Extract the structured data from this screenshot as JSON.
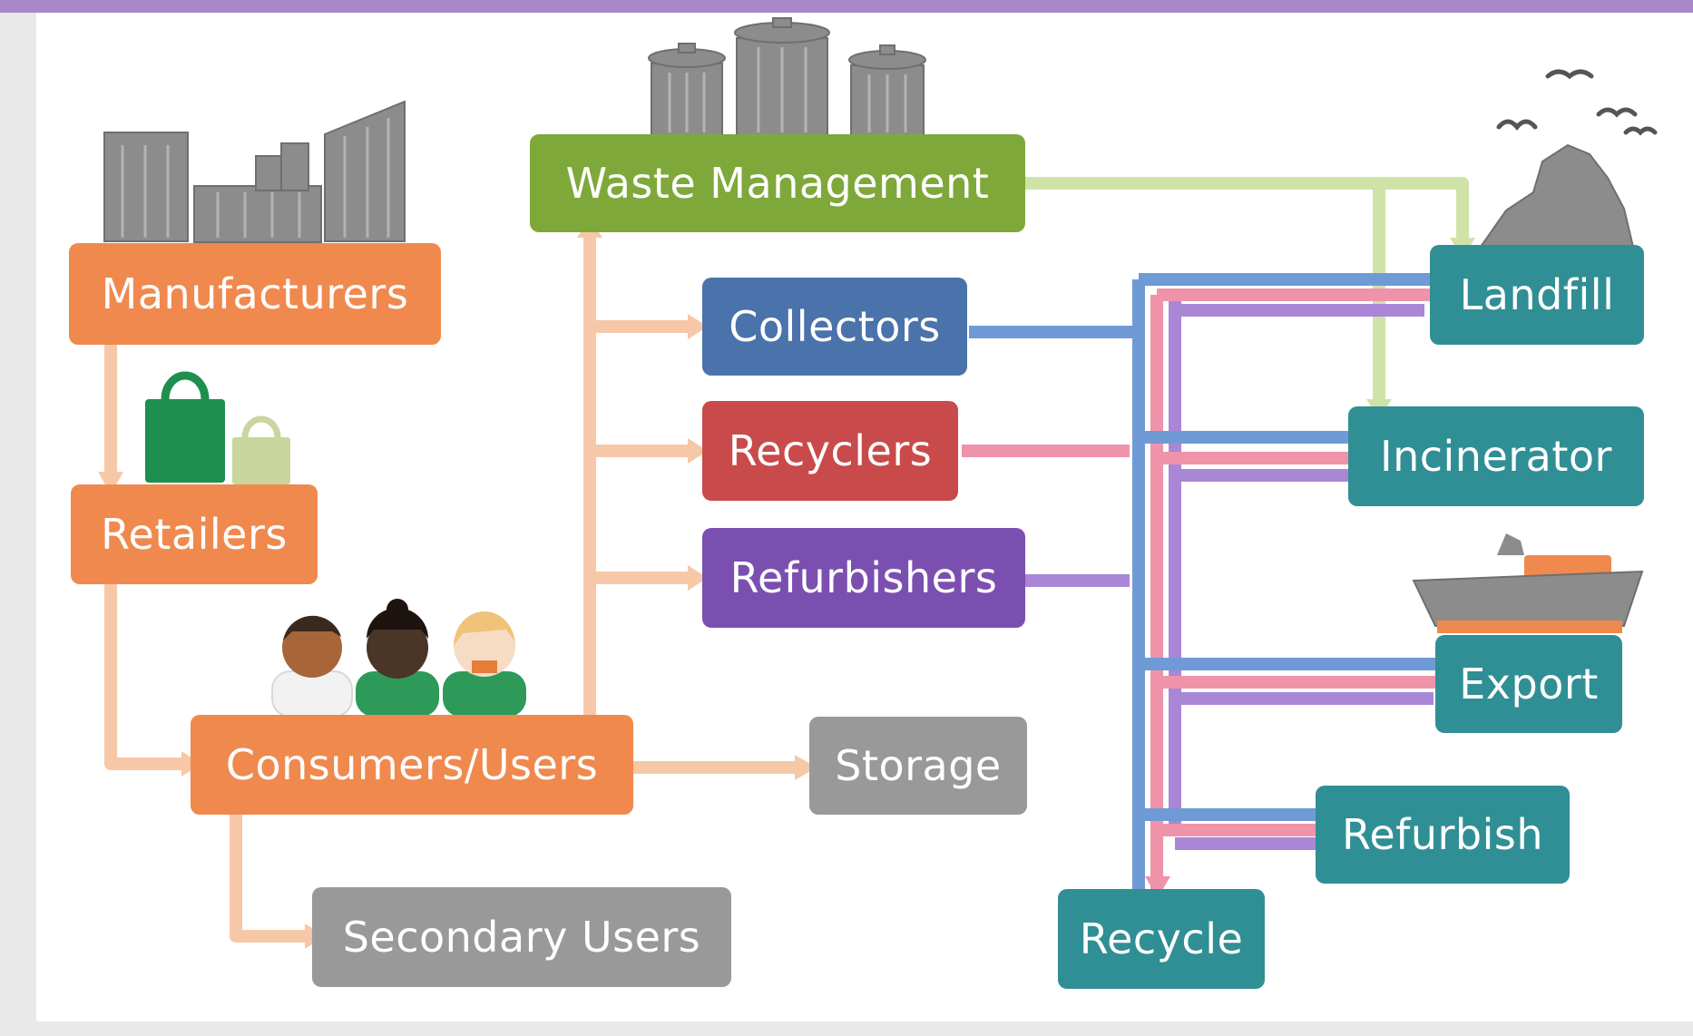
{
  "nodes": {
    "manufacturers": "Manufacturers",
    "retailers": "Retailers",
    "consumers": "Consumers/Users",
    "secondary_users": "Secondary Users",
    "storage": "Storage",
    "waste_management": "Waste Management",
    "collectors": "Collectors",
    "recyclers": "Recyclers",
    "refurbishers": "Refurbishers",
    "landfill": "Landfill",
    "incinerator": "Incinerator",
    "export": "Export",
    "refurbish": "Refurbish",
    "recycle": "Recycle"
  },
  "colors": {
    "accent_bar": "#a988c9",
    "orange": "#f0894e",
    "orange_line": "#f6c8a8",
    "green": "#7fa83a",
    "green_line": "#cfe3a8",
    "blue": "#4a72ab",
    "blue_line": "#6f9ad6",
    "red": "#c94a4a",
    "pink_line": "#ef93ab",
    "purple": "#7b4fb0",
    "purple_line": "#a987d6",
    "gray": "#999999",
    "teal": "#2f8f94"
  },
  "icons": [
    "factory-icon",
    "shopping-bags-icon",
    "people-icon",
    "trash-cans-icon",
    "landfill-mound-icon",
    "birds-icon",
    "cargo-ship-icon"
  ]
}
